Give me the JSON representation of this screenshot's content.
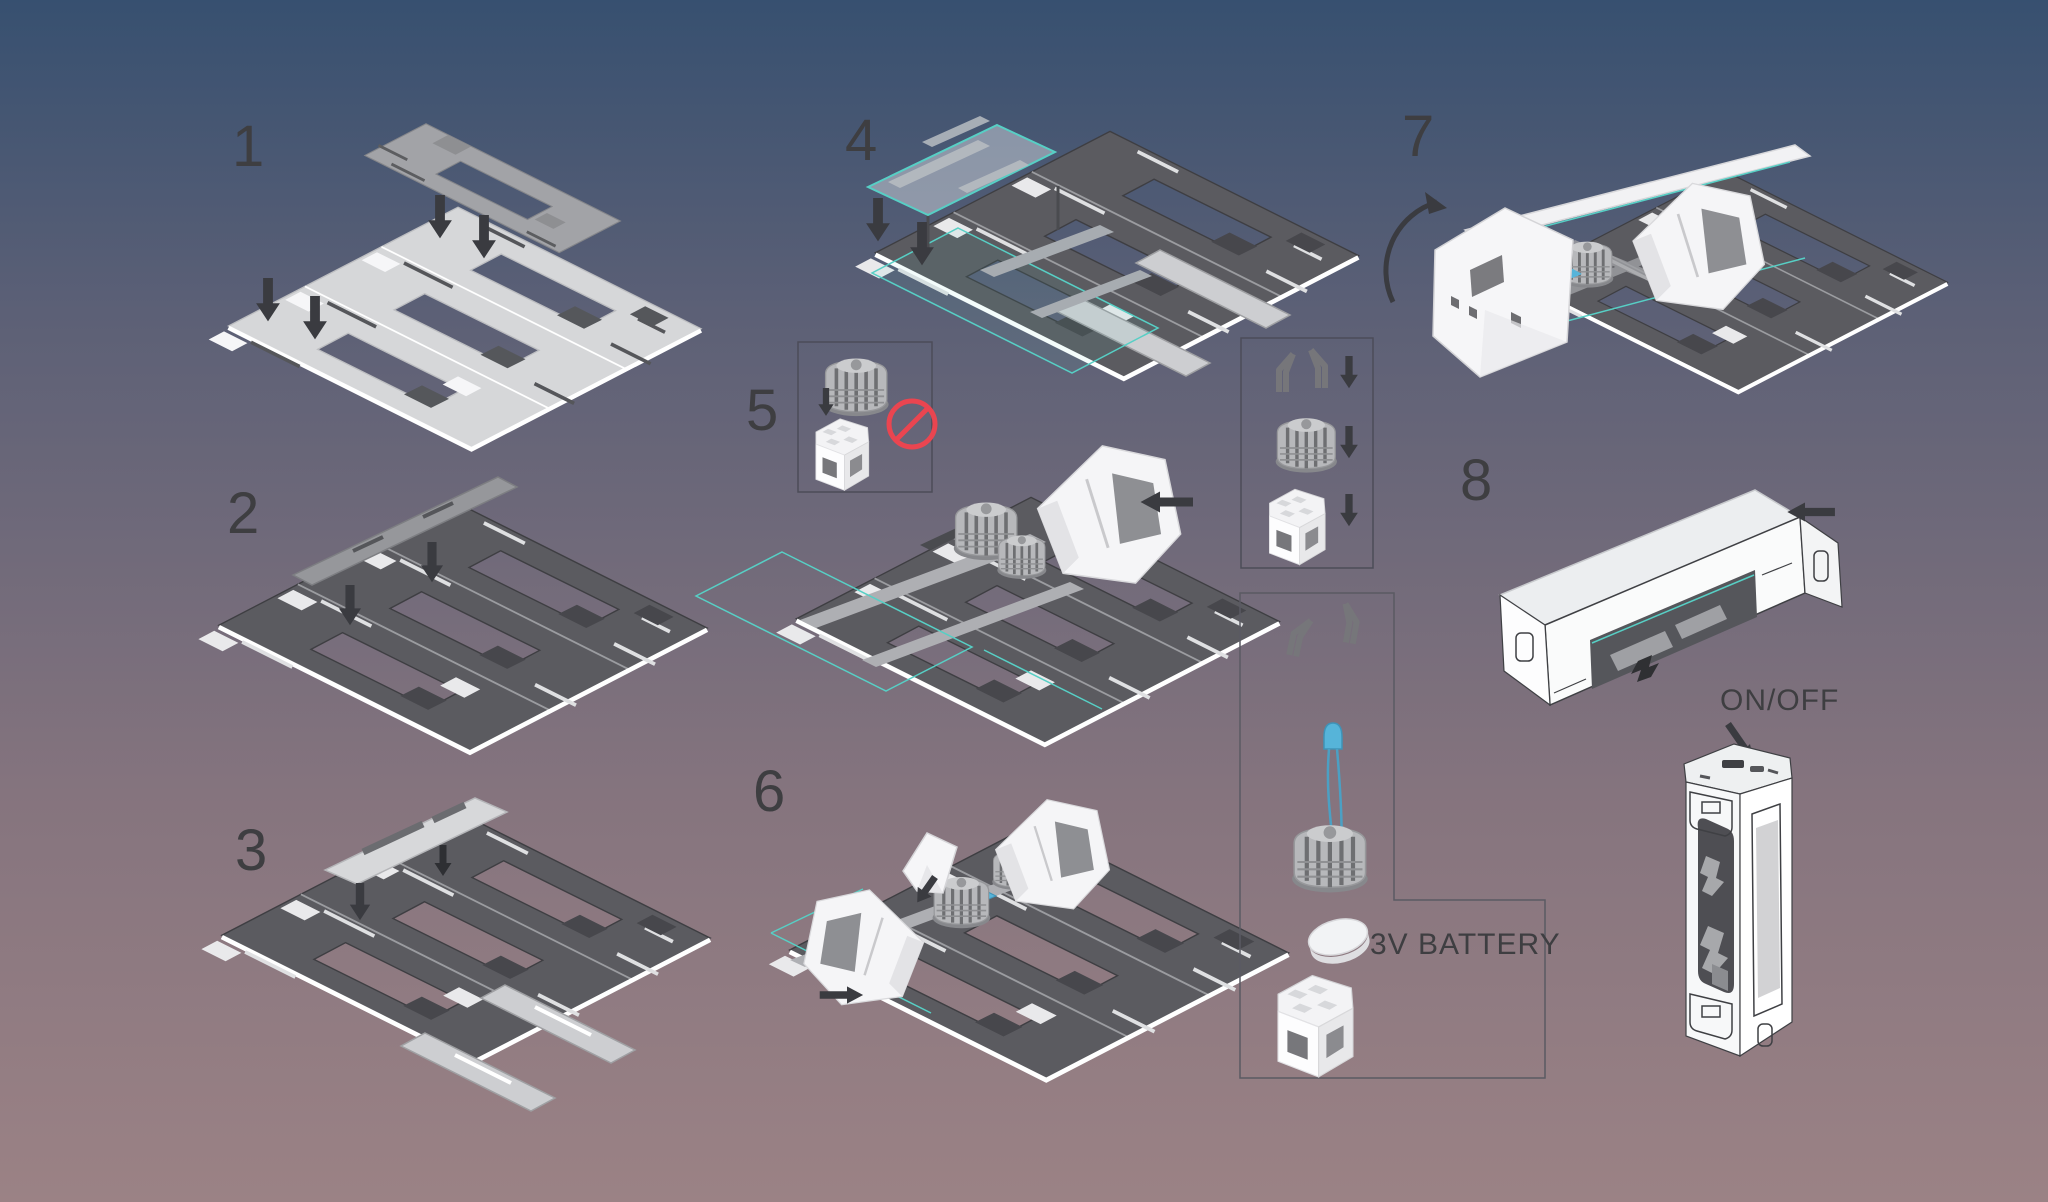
{
  "figure": {
    "type": "assembly-instructions",
    "step_count": 8
  },
  "steps": [
    {
      "number": "1"
    },
    {
      "number": "2"
    },
    {
      "number": "3"
    },
    {
      "number": "4"
    },
    {
      "number": "5"
    },
    {
      "number": "6"
    },
    {
      "number": "7"
    },
    {
      "number": "8"
    }
  ],
  "labels": {
    "battery": "3V BATTERY",
    "power": "ON/OFF"
  },
  "colors": {
    "bg_top": "#375070",
    "bg_upper_mid": "#5c6076",
    "bg_lower_mid": "#85747e",
    "bg_bottom": "#9b8285",
    "accent_teal": "#57cfc5",
    "prohibited_red": "#ea4550",
    "arrow": "#3a3b40",
    "led_blue": "#56b4d9",
    "text_dark": "#3e3e41",
    "inset_border": "#4c4c58"
  }
}
